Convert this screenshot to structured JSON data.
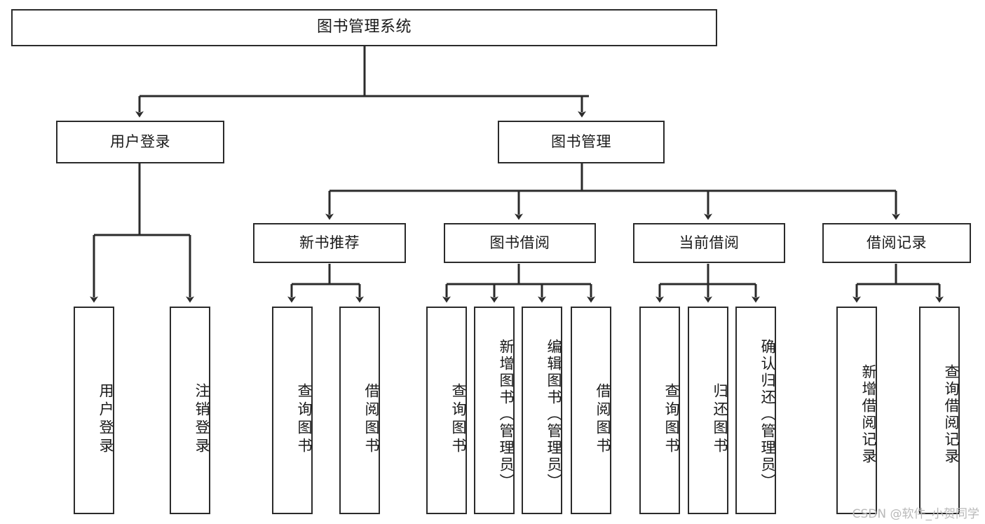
{
  "diagram": {
    "title": "图书管理系统",
    "watermark": "CSDN @软件_小贺同学",
    "stroke_color": "#2b2b2b",
    "background_color": "#ffffff",
    "text_color": "#1a1a1a"
  },
  "nodes": {
    "root": {
      "label": "图书管理系统",
      "level": 0
    },
    "level1": [
      {
        "id": "user-login",
        "label": "用户登录"
      },
      {
        "id": "book-management",
        "label": "图书管理"
      }
    ],
    "level2": [
      {
        "id": "new-book-recommend",
        "label": "新书推荐"
      },
      {
        "id": "book-borrow",
        "label": "图书借阅"
      },
      {
        "id": "current-borrow",
        "label": "当前借阅"
      },
      {
        "id": "borrow-record",
        "label": "借阅记录"
      }
    ],
    "leaves": {
      "user_login": [
        {
          "id": "leaf-user-login",
          "label": "用户登录"
        },
        {
          "id": "leaf-logout",
          "label": "注销登录"
        }
      ],
      "new_book_recommend": [
        {
          "id": "leaf-query-book-1",
          "label": "查询图书"
        },
        {
          "id": "leaf-borrow-book-1",
          "label": "借阅图书"
        }
      ],
      "book_borrow": [
        {
          "id": "leaf-query-book-2",
          "label": "查询图书"
        },
        {
          "id": "leaf-add-book",
          "label": "新增图书（管理员）"
        },
        {
          "id": "leaf-edit-book",
          "label": "编辑图书（管理员）"
        },
        {
          "id": "leaf-borrow-book-2",
          "label": "借阅图书"
        }
      ],
      "current_borrow": [
        {
          "id": "leaf-query-book-3",
          "label": "查询图书"
        },
        {
          "id": "leaf-return-book",
          "label": "归还图书"
        },
        {
          "id": "leaf-confirm-return",
          "label": "确认归还（管理员）"
        }
      ],
      "borrow_record": [
        {
          "id": "leaf-add-record",
          "label": "新增借阅记录"
        },
        {
          "id": "leaf-query-record",
          "label": "查询借阅记录"
        }
      ]
    }
  }
}
